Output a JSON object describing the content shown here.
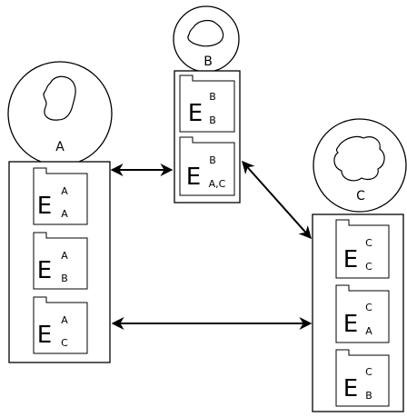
{
  "nodes": [
    {
      "id": "A",
      "label": "A",
      "stores": [
        {
          "letter": "E",
          "superscript": "A",
          "subscript": "A"
        },
        {
          "letter": "E",
          "superscript": "A",
          "subscript": "B"
        },
        {
          "letter": "E",
          "superscript": "A",
          "subscript": "C"
        }
      ]
    },
    {
      "id": "B",
      "label": "B",
      "stores": [
        {
          "letter": "E",
          "superscript": "B",
          "subscript": "B"
        },
        {
          "letter": "E",
          "superscript": "B",
          "subscript": "A,C"
        }
      ]
    },
    {
      "id": "C",
      "label": "C",
      "stores": [
        {
          "letter": "E",
          "superscript": "C",
          "subscript": "C"
        },
        {
          "letter": "E",
          "superscript": "C",
          "subscript": "A"
        },
        {
          "letter": "E",
          "superscript": "C",
          "subscript": "B"
        }
      ]
    }
  ],
  "connections": [
    {
      "from": "A",
      "to": "B",
      "style": "bidirectional-arrow"
    },
    {
      "from": "B",
      "to": "C",
      "style": "bidirectional-arrow"
    },
    {
      "from": "A",
      "to": "C",
      "style": "bidirectional-arrow"
    }
  ]
}
